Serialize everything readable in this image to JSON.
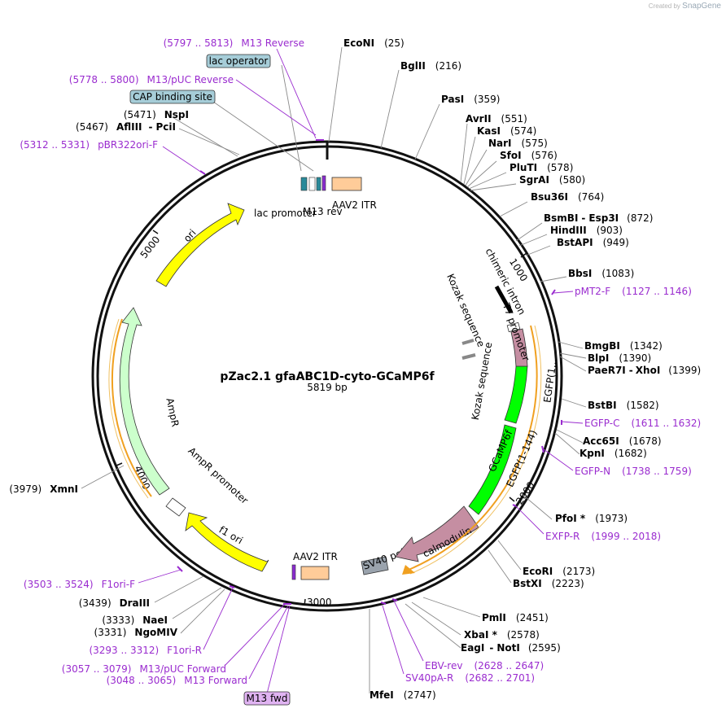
{
  "credit": {
    "prefix": "Created by",
    "brand": "SnapGene"
  },
  "plasmid": {
    "name": "pZac2.1 gfaABC1D-cyto-GCaMP6f",
    "size_label": "5819 bp",
    "length": 5819
  },
  "ticks": [
    {
      "label": "1000",
      "pos": 1000
    },
    {
      "label": "2000",
      "pos": 2000
    },
    {
      "label": "3000",
      "pos": 3000
    },
    {
      "label": "4000",
      "pos": 4000
    },
    {
      "label": "5000",
      "pos": 5000
    }
  ],
  "enzymes": [
    {
      "id": "econi",
      "name": "EcoNI",
      "pos_label": "(25)"
    },
    {
      "id": "bglii",
      "name": "BglII",
      "pos_label": "(216)"
    },
    {
      "id": "pasi",
      "name": "PasI",
      "pos_label": "(359)"
    },
    {
      "id": "avrii",
      "name": "AvrII",
      "pos_label": "(551)"
    },
    {
      "id": "kasi",
      "name": "KasI",
      "pos_label": "(574)"
    },
    {
      "id": "nari",
      "name": "NarI",
      "pos_label": "(575)"
    },
    {
      "id": "sfoi",
      "name": "SfoI",
      "pos_label": "(576)"
    },
    {
      "id": "pluti",
      "name": "PluTI",
      "pos_label": "(578)"
    },
    {
      "id": "sgrai",
      "name": "SgrAI",
      "pos_label": "(580)"
    },
    {
      "id": "bsu36i",
      "name": "Bsu36I",
      "pos_label": "(764)"
    },
    {
      "id": "bsmbi",
      "name": "BsmBI",
      "sep": "-",
      "name2": "Esp3I",
      "pos_label": "(872)"
    },
    {
      "id": "hindiii",
      "name": "HindIII",
      "pos_label": "(903)"
    },
    {
      "id": "bstapi",
      "name": "BstAPI",
      "pos_label": "(949)"
    },
    {
      "id": "bbsi",
      "name": "BbsI",
      "pos_label": "(1083)"
    },
    {
      "id": "bmgbi",
      "name": "BmgBI",
      "pos_label": "(1342)"
    },
    {
      "id": "blpi",
      "name": "BlpI",
      "pos_label": "(1390)"
    },
    {
      "id": "paer7i",
      "name": "PaeR7I",
      "sep": "-",
      "name2": "XhoI",
      "pos_label": "(1399)"
    },
    {
      "id": "bstbi",
      "name": "BstBI",
      "pos_label": "(1582)"
    },
    {
      "id": "acc65i",
      "name": "Acc65I",
      "pos_label": "(1678)"
    },
    {
      "id": "kpni",
      "name": "KpnI",
      "pos_label": "(1682)"
    },
    {
      "id": "pfoi",
      "name": "PfoI *",
      "pos_label": "(1973)"
    },
    {
      "id": "ecori",
      "name": "EcoRI",
      "pos_label": "(2173)"
    },
    {
      "id": "bstxi",
      "name": "BstXI",
      "pos_label": "(2223)"
    },
    {
      "id": "pmli",
      "name": "PmlI",
      "pos_label": "(2451)"
    },
    {
      "id": "xbai",
      "name": "XbaI *",
      "pos_label": "(2578)"
    },
    {
      "id": "eagi",
      "name": "EagI",
      "sep": "-",
      "name2": "NotI",
      "pos_label": "(2595)"
    },
    {
      "id": "mfei",
      "name": "MfeI",
      "pos_label": "(2747)"
    },
    {
      "id": "ngomiv",
      "name": "NgoMIV",
      "pos_label": "(3331)"
    },
    {
      "id": "naei",
      "name": "NaeI",
      "pos_label": "(3333)"
    },
    {
      "id": "draiii",
      "name": "DraIII",
      "pos_label": "(3439)"
    },
    {
      "id": "xmni",
      "name": "XmnI",
      "pos_label": "(3979)"
    },
    {
      "id": "aflIII",
      "name": "AflIII",
      "sep": "-",
      "name2": "PciI",
      "pos_label": "(5467)"
    },
    {
      "id": "nspi",
      "name": "NspI",
      "pos_label": "(5471)"
    }
  ],
  "primers": [
    {
      "id": "m13rev",
      "range": "(5797 .. 5813)",
      "name": "M13 Reverse"
    },
    {
      "id": "m13puc-rev",
      "range": "(5778 .. 5800)",
      "name": "M13/pUC Reverse"
    },
    {
      "id": "pbr322",
      "range": "(5312 .. 5331)",
      "name": "pBR322ori-F"
    },
    {
      "id": "pmt2",
      "name": "pMT2-F",
      "range": "(1127 .. 1146)"
    },
    {
      "id": "egfpc",
      "name": "EGFP-C",
      "range": "(1611 .. 1632)"
    },
    {
      "id": "egfpn",
      "name": "EGFP-N",
      "range": "(1738 .. 1759)"
    },
    {
      "id": "exfpr",
      "name": "EXFP-R",
      "range": "(1999 .. 2018)"
    },
    {
      "id": "ebvrev",
      "name": "EBV-rev",
      "range": "(2628 .. 2647)"
    },
    {
      "id": "sv40pa",
      "name": "SV40pA-R",
      "range": "(2682 .. 2701)"
    },
    {
      "id": "f1orif",
      "range": "(3503 .. 3524)",
      "name": "F1ori-F"
    },
    {
      "id": "f1orir",
      "range": "(3293 .. 3312)",
      "name": "F1ori-R"
    },
    {
      "id": "m13puc-fwd",
      "range": "(3057 .. 3079)",
      "name": "M13/pUC Forward"
    },
    {
      "id": "m13fwd",
      "range": "(3048 .. 3065)",
      "name": "M13 Forward"
    }
  ],
  "boxes": [
    {
      "id": "lac-operator",
      "label": "lac operator",
      "color": "#a6cdd8"
    },
    {
      "id": "cap-site",
      "label": "CAP binding site",
      "color": "#a6cdd8"
    },
    {
      "id": "m13-fwd-box",
      "label": "M13 fwd",
      "color": "#e0b3f2"
    }
  ],
  "features": [
    {
      "id": "aav2-itr-top",
      "label": "AAV2 ITR"
    },
    {
      "id": "lac-promoter",
      "label": "lac promoter"
    },
    {
      "id": "m13-rev",
      "label": "M13 rev"
    },
    {
      "id": "chimeric-intron",
      "label": "chimeric intron"
    },
    {
      "id": "kozak-1",
      "label": "Kozak sequence"
    },
    {
      "id": "t7-promoter",
      "label": "T7 promoter"
    },
    {
      "id": "kozak-2",
      "label": "Kozak sequence"
    },
    {
      "id": "egfp-1",
      "label": "EGFP(1..."
    },
    {
      "id": "gcamp6f",
      "label": "GCaMP6f"
    },
    {
      "id": "egfp-144",
      "label": "EGFP(1-144)"
    },
    {
      "id": "calmodulin",
      "label": "calmodulin"
    },
    {
      "id": "sv40",
      "label": "SV40 poly(A) signal"
    },
    {
      "id": "aav2-itr-bottom",
      "label": "AAV2 ITR"
    },
    {
      "id": "f1-ori",
      "label": "f1 ori"
    },
    {
      "id": "ampr-promoter",
      "label": "AmpR promoter"
    },
    {
      "id": "ampr",
      "label": "AmpR"
    },
    {
      "id": "ori",
      "label": "ori"
    }
  ],
  "colors": {
    "ori": "#ffff00",
    "f1ori": "#ffff00",
    "ampr": "#ccffcc",
    "egfp": "#00ff00",
    "calmodulin": "#c58ea2",
    "itr": "#ffcc99",
    "sv40": "#9aa3ad",
    "orf_outline": "#f0a020",
    "primer": "#9a2ccf"
  }
}
